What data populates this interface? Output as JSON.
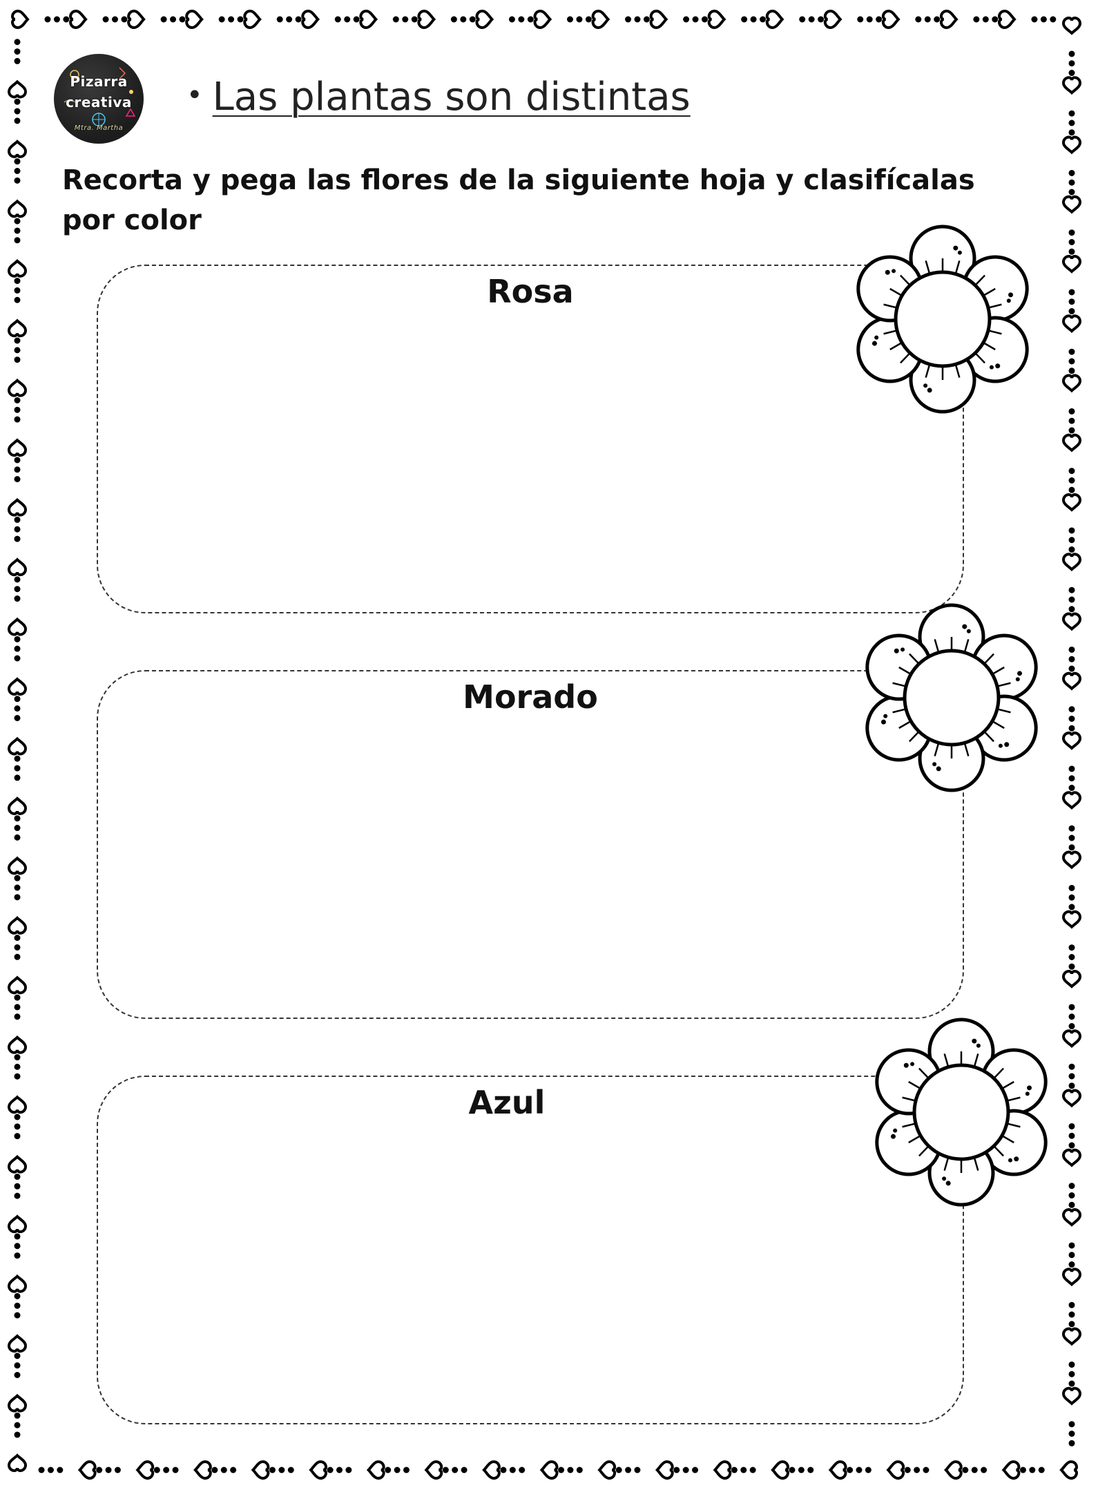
{
  "logo": {
    "line1": "Pizarra",
    "line2": "creativa",
    "line3": "Mtra. Martha"
  },
  "header": {
    "bullet": "•",
    "title": "Las plantas son distintas"
  },
  "instructions": {
    "text": "Recorta y pega las flores de la siguiente hoja y clasifícalas por color"
  },
  "categories": [
    {
      "label": "Rosa"
    },
    {
      "label": "Morado"
    },
    {
      "label": "Azul"
    }
  ],
  "icons": {
    "border": "heart-dots-border",
    "flower": "flower-outline-icon"
  },
  "colors": {
    "ink": "#000000",
    "background": "#ffffff",
    "logo_bg": "#1c1c1c"
  }
}
